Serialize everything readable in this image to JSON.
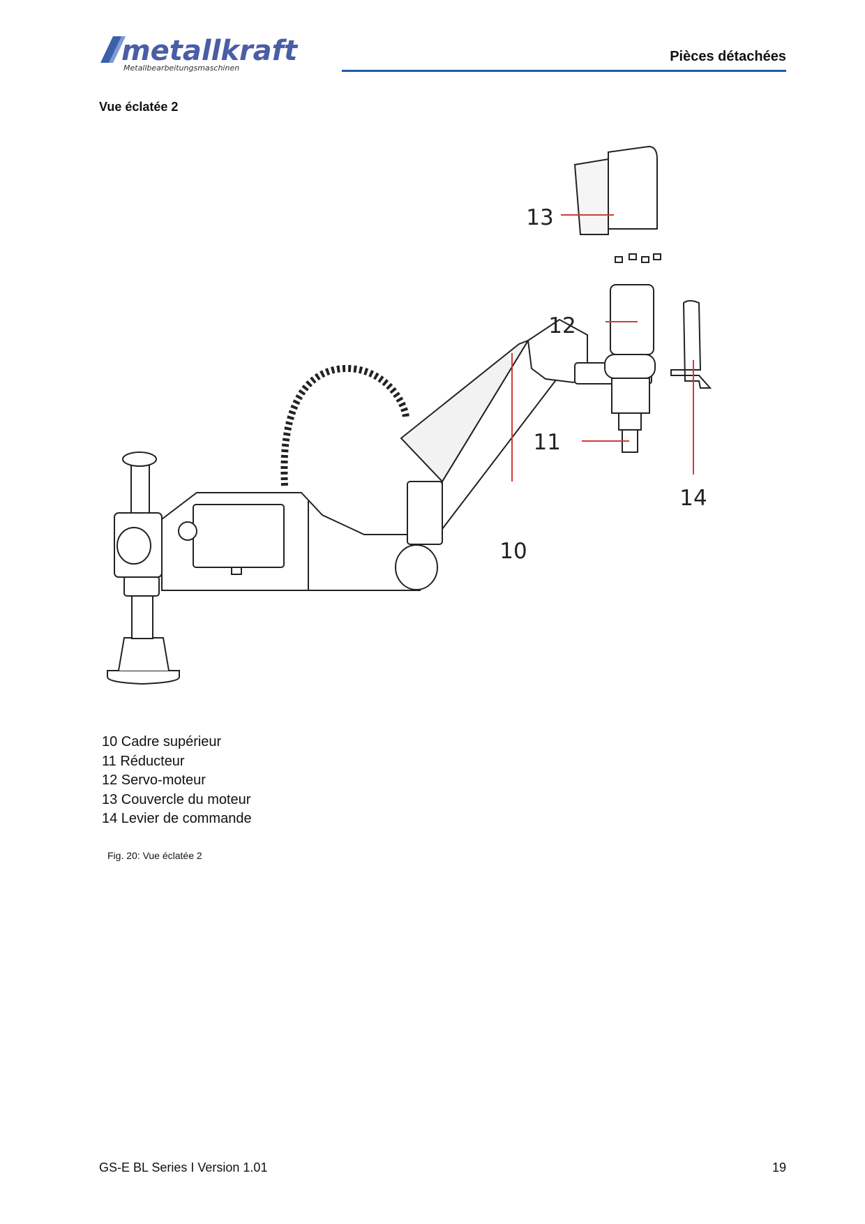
{
  "header": {
    "logo_name": "metallkraft",
    "logo_tagline": "Metallbearbeitungsmaschinen",
    "section_title": "Pièces détachées",
    "brand_color": "#1f5aa6"
  },
  "heading": "Vue éclatée 2",
  "figure": {
    "callouts": [
      "10",
      "11",
      "12",
      "13",
      "14"
    ],
    "leader_color": "#d23a3a"
  },
  "parts": [
    "10 Cadre supérieur",
    "11 Réducteur",
    "12 Servo-moteur",
    "13 Couvercle du moteur",
    "14 Levier de commande"
  ],
  "caption": "Fig. 20: Vue éclatée 2",
  "footer": {
    "left": "GS-E BL Series  I Version 1.01",
    "page_number": "19"
  }
}
